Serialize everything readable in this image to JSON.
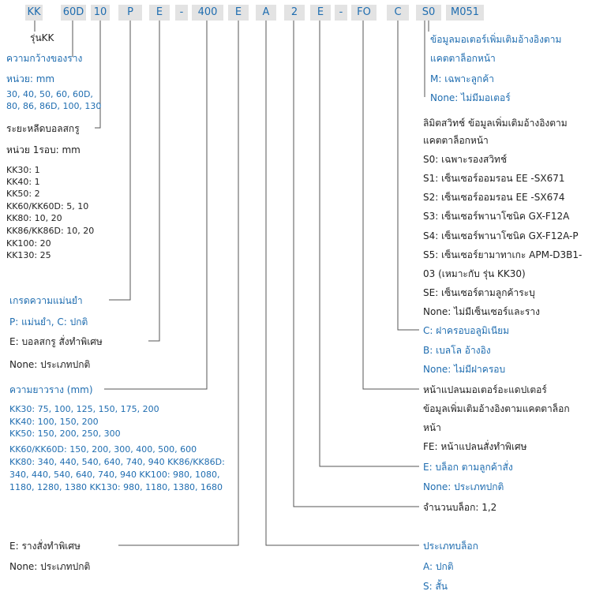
{
  "colors": {
    "accent": "#1f6db0",
    "text": "#222222",
    "box": "#e3e3e3",
    "line": "#555555"
  },
  "code": [
    "KK",
    "60D",
    "10",
    "P",
    "E",
    "-",
    "400",
    "E",
    "A",
    "2",
    "E",
    "-",
    "FO",
    "C",
    "S0",
    "M051"
  ],
  "series": "รุ่นKK",
  "width": {
    "title": "ความกว้างของราง",
    "unit": "หน่วย: mm",
    "values1": "30, 40, 50, 60, 60D,",
    "values2": "80, 86, 86D, 100, 130"
  },
  "lead": {
    "title": "ระยะหลีดบอลสกรู",
    "unit": "หน่วย 1รอบ: mm",
    "items": [
      "KK30: 1",
      "KK40: 1",
      "KK50: 2",
      "KK60/KK60D: 5, 10",
      "KK80: 10, 20",
      "KK86/KK86D: 10, 20",
      "KK100: 20",
      "KK130: 25"
    ]
  },
  "accuracy": {
    "title": "เกรดความแม่นยำ",
    "desc": "P: แม่นยำ, C: ปกติ"
  },
  "ballscrew": {
    "e": "E: บอลสกรู สั่งทำพิเศษ",
    "none": "None: ประเภทปกติ"
  },
  "rail_length": {
    "title": "ความยาวราง (mm)",
    "lines": [
      "KK30: 75, 100, 125, 150, 175, 200",
      "KK40: 100, 150, 200",
      "KK50: 150, 200, 250, 300",
      "KK60/KK60D: 150, 200, 300,  400,  500, 600",
      "KK80: 340, 440, 540, 640, 740, 940 KK86/KK86D:",
      "340, 440, 540, 640, 740, 940 KK100: 980, 1080,",
      "1180, 1280, 1380   KK130: 980, 1180, 1380, 1680"
    ]
  },
  "rail": {
    "e": "E: รางสั่งทำพิเศษ",
    "none": "None: ประเภทปกติ"
  },
  "motor": {
    "title1": "ข้อมูลมอเตอร์เพิ่มเติมอ้างอิงตาม",
    "title2": "แคตตาล็อกหน้า",
    "m": "M: เฉพาะลูกค้า",
    "none": "None: ไม่มีมอเตอร์"
  },
  "limit": {
    "title1": "ลิมิตสวิทช์ ข้อมูลเพิ่มเติมอ้างอิงตาม",
    "title2": "แคตตาล็อกหน้า",
    "items": [
      "S0: เฉพาะรองสวิทช์",
      "S1: เซ็นเซอร์ออมรอน EE -SX671",
      "S2: เซ็นเซอร์ออมรอน EE -SX674",
      "S3: เซ็นเซอร์พานาโซนิค GX-F12A",
      "S4: เซ็นเซอร์พานาโซนิค GX-F12A-P",
      "S5: เซ็นเซอร์ยามาทาเกะ APM-D3B1-",
      "03 (เหมาะกับ รุ่น KK30)",
      "SE: เซ็นเซอร์ตามลูกค้าระบุ",
      "None: ไม่มีเซ็นเซอร์และราง"
    ]
  },
  "cover": {
    "c": "C: ฝาครอบอลูมิเนียม",
    "b": "B: เบลโล อ้างอิง",
    "none": "None: ไม่มีฝาครอบ"
  },
  "flange": {
    "title": "หน้าแปลนมอเตอร์อะแดปเตอร์",
    "info1": "ข้อมูลเพิ่มเติมอ้างอิงตามแคตตาล็อก",
    "info2": "หน้า",
    "fe": "FE: หน้าแปลนสั่งทำพิเศษ"
  },
  "block_opt": {
    "e": "E: บล็อก ตามลูกค้าสั่ง",
    "none": "None: ประเภทปกติ"
  },
  "block_count": "จำนวนบล็อก: 1,2",
  "block_type": {
    "title": "ประเภทบล็อก",
    "a": "A: ปกติ",
    "s": "S: สั้น"
  }
}
